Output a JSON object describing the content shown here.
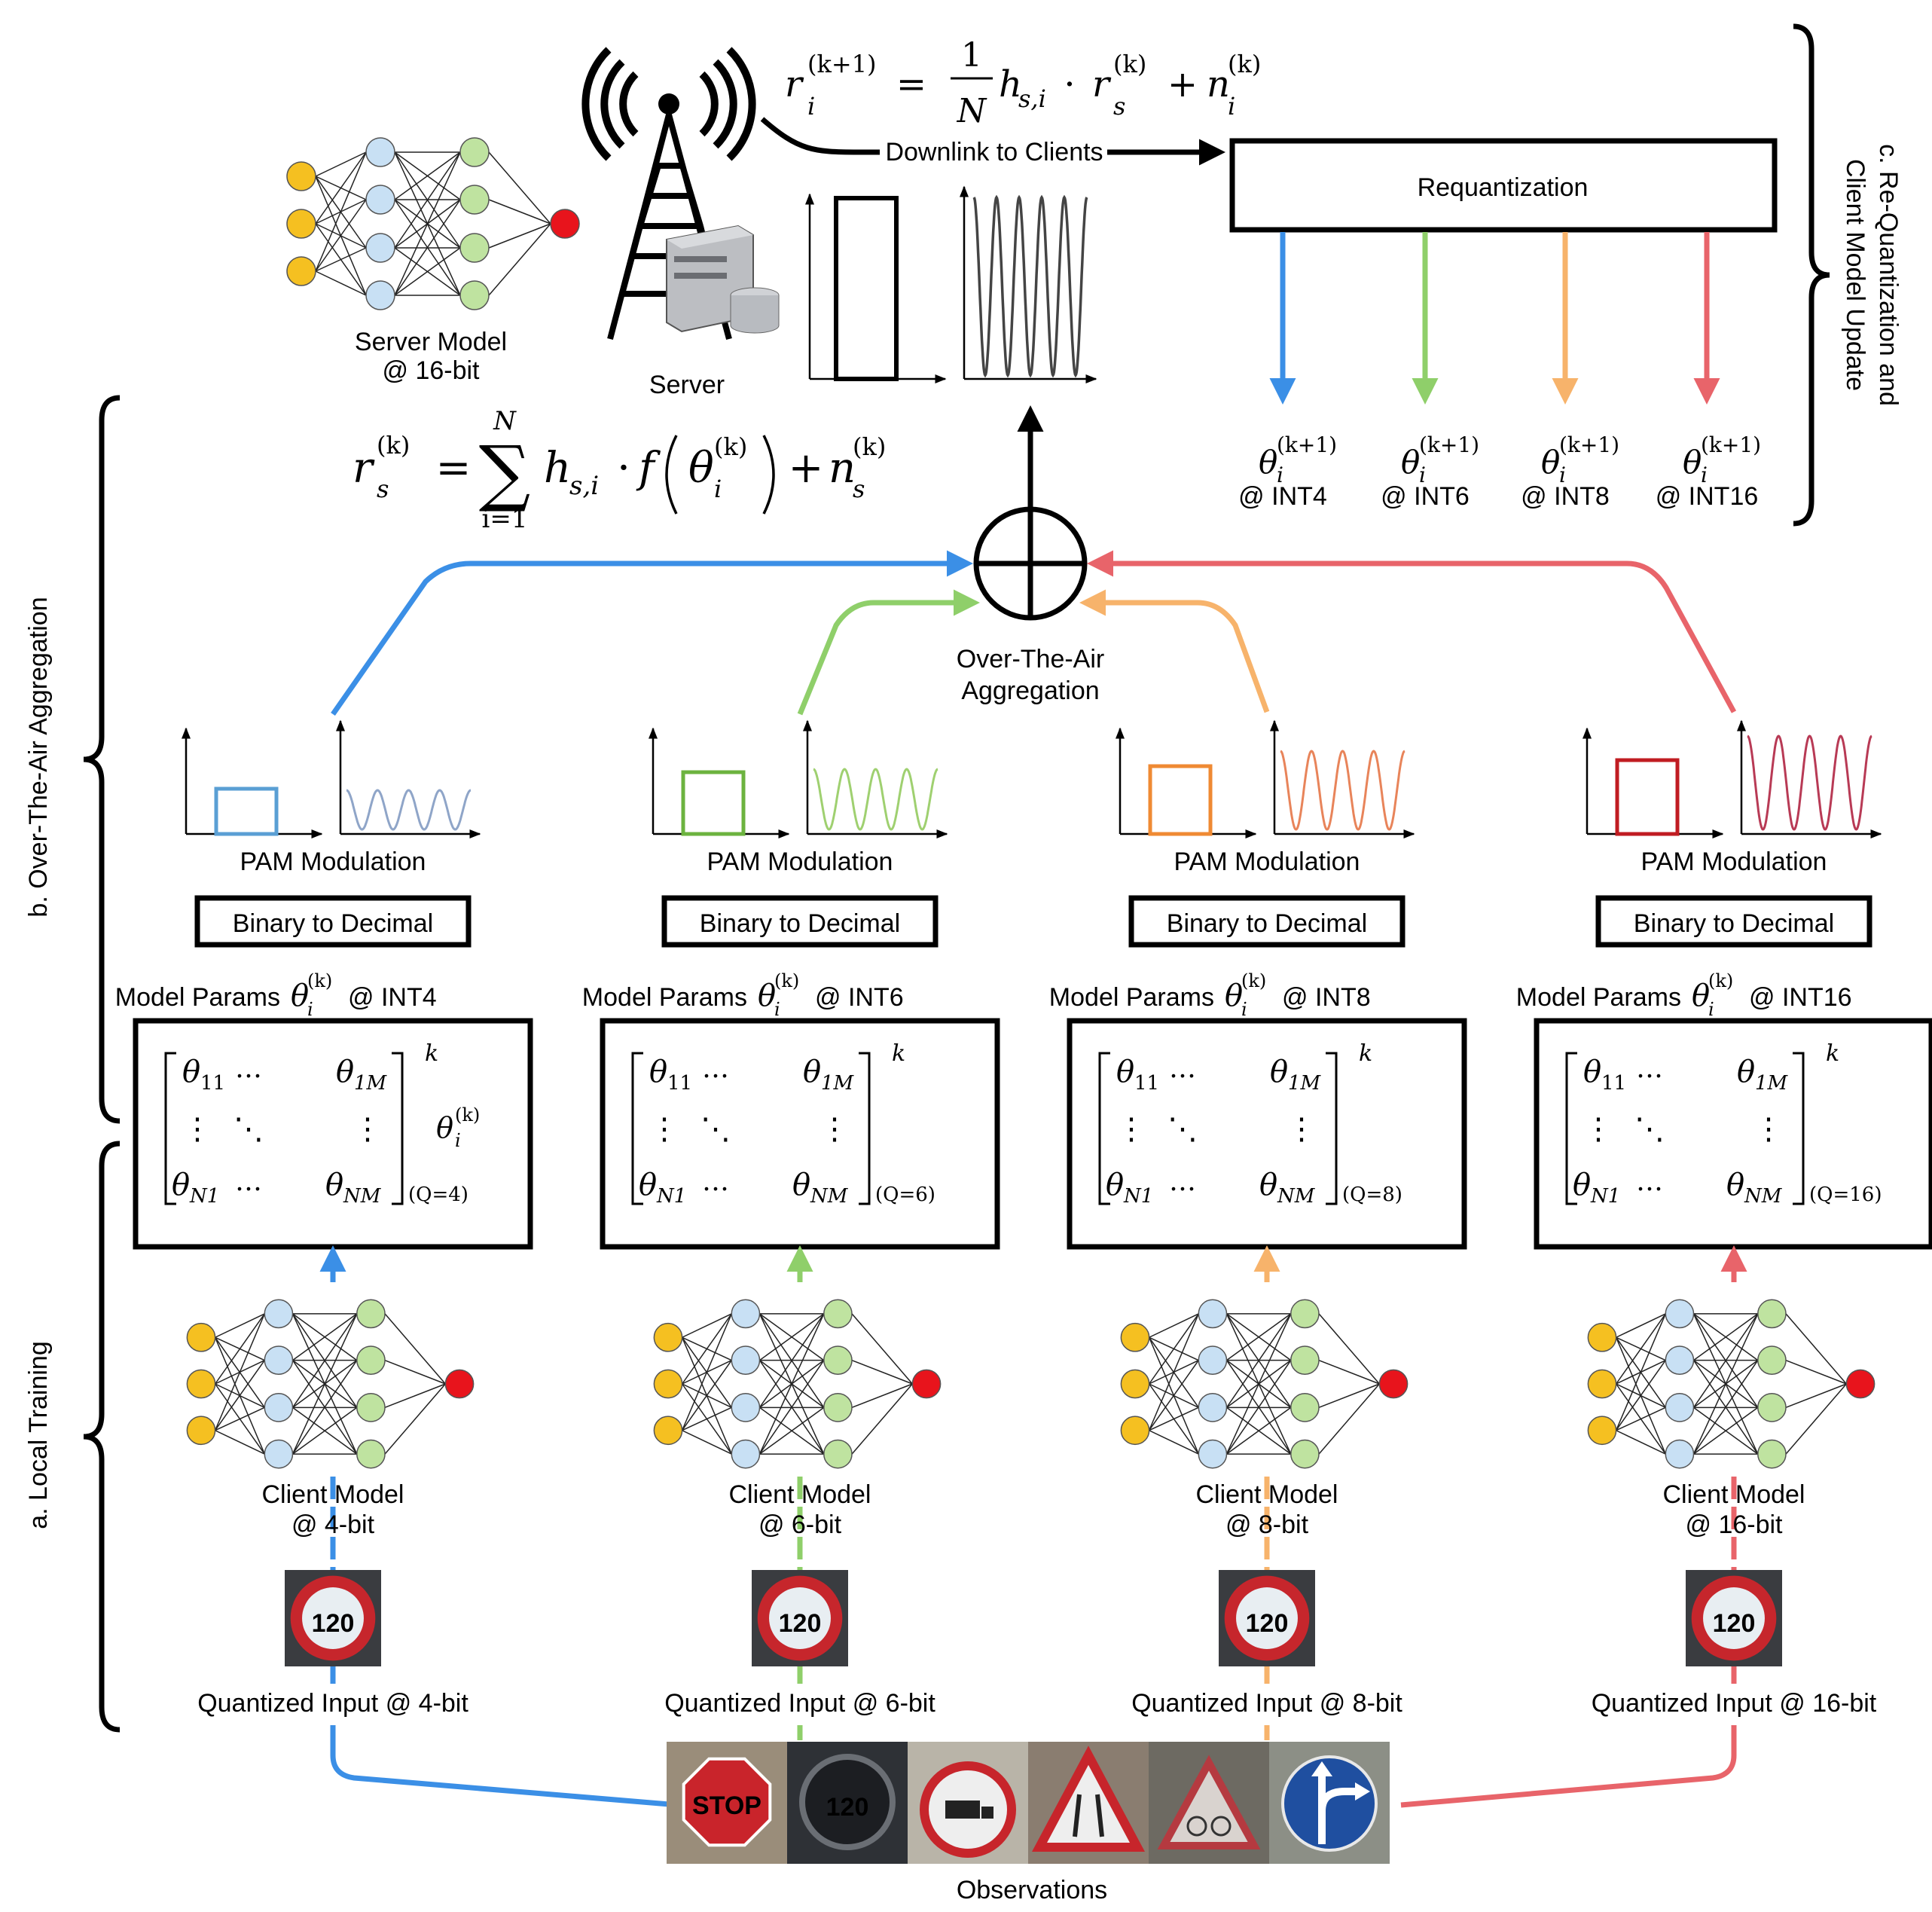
{
  "server": {
    "model_label_1": "Server Model",
    "model_label_2": "@ 16-bit",
    "server_label": "Server",
    "downlink_label": "Downlink to Clients",
    "requant_label": "Requantization",
    "downlink_eq": {
      "lhs": "r",
      "sup": "(k+1)",
      "sub": "i",
      "eq": "=",
      "num": "1",
      "den": "N",
      "h": "h",
      "hsub": "s,i",
      "dot": "·",
      "r": "r",
      "rsup": "(k)",
      "rsub": "s",
      "plus": "+",
      "n": "n",
      "nsup": "(k)",
      "nsub": "i"
    },
    "aggr_eq": {
      "lhs": "r",
      "lsup": "(k)",
      "lsub": "s",
      "eq": "=",
      "sum": "∑",
      "sum_top": "N",
      "sum_bot": "i=1",
      "h": "h",
      "hsub": "s,i",
      "dot": "·",
      "f": "f",
      "theta": "θ",
      "tsup": "(k)",
      "tsub": "i",
      "plus": "+",
      "n": "n",
      "nsup": "(k)",
      "nsub": "s"
    }
  },
  "stages": {
    "a": "a. Local Training",
    "b": "b. Over-The-Air Aggregation",
    "c_1": "c. Re-Quantization and",
    "c_2": "Client Model Update"
  },
  "aggregation": {
    "line1": "Over-The-Air",
    "line2": "Aggregation",
    "symbol": "⊕"
  },
  "observations_label": "Observations",
  "traffic_signs": [
    "STOP",
    "120",
    "no-trucks",
    "road-narrows",
    "cycles",
    "direction"
  ],
  "clients": [
    {
      "color": "#3b8fe6",
      "int": "INT4",
      "theta_next": "θ",
      "theta_sup": "(k+1)",
      "theta_sub": "i",
      "out_label": "@ INT4",
      "pam": "PAM Modulation",
      "b2d": "Binary to Decimal",
      "params": "Model Params",
      "params_int": "@ INT4",
      "q": "(Q=4)",
      "model_1": "Client Model",
      "model_2": "@ 4-bit",
      "input": "Quantized Input @ 4-bit",
      "sign": "120",
      "rect_color": "#5a9fd4",
      "wave_color": "#8fa5c8"
    },
    {
      "color": "#8fcf6a",
      "int": "INT6",
      "theta_next": "θ",
      "theta_sup": "(k+1)",
      "theta_sub": "i",
      "out_label": "@ INT6",
      "pam": "PAM Modulation",
      "b2d": "Binary to Decimal",
      "params": "Model Params",
      "params_int": "@ INT6",
      "q": "(Q=6)",
      "model_1": "Client Model",
      "model_2": "@ 6-bit",
      "input": "Quantized Input @ 6-bit",
      "sign": "120",
      "rect_color": "#6cb33f",
      "wave_color": "#9fd070"
    },
    {
      "color": "#f7b36b",
      "int": "INT8",
      "theta_next": "θ",
      "theta_sup": "(k+1)",
      "theta_sub": "i",
      "out_label": "@ INT8",
      "pam": "PAM Modulation",
      "b2d": "Binary to Decimal",
      "params": "Model Params",
      "params_int": "@ INT8",
      "q": "(Q=8)",
      "model_1": "Client Model",
      "model_2": "@ 8-bit",
      "input": "Quantized Input @ 8-bit",
      "sign": "120",
      "rect_color": "#ef8a33",
      "wave_color": "#e8845a"
    },
    {
      "color": "#e8646a",
      "int": "INT16",
      "theta_next": "θ",
      "theta_sup": "(k+1)",
      "theta_sub": "i",
      "out_label": "@ INT16",
      "pam": "PAM Modulation",
      "b2d": "Binary to Decimal",
      "params": "Model Params",
      "params_int": "@ INT16",
      "q": "(Q=16)",
      "model_1": "Client Model",
      "model_2": "@ 16-bit",
      "input": "Quantized Input @ 16-bit",
      "sign": "120",
      "rect_color": "#c01c22",
      "wave_color": "#b83a55"
    }
  ],
  "matrix": {
    "t11": "θ",
    "t11s": "11",
    "t1M": "θ",
    "t1Ms": "1M",
    "tN1": "θ",
    "tN1s": "N1",
    "tNM": "θ",
    "tNMs": "NM",
    "hdots": "…",
    "vdots": "⋮",
    "ddots": "⋱",
    "k": "k",
    "theta": "θ",
    "tsup": "(k)",
    "tsub": "i"
  },
  "colors": {
    "node_in": "#f5c021",
    "node_h1": "#c8e0f4",
    "node_h2": "#bfe3a0",
    "node_out": "#e8141c"
  }
}
